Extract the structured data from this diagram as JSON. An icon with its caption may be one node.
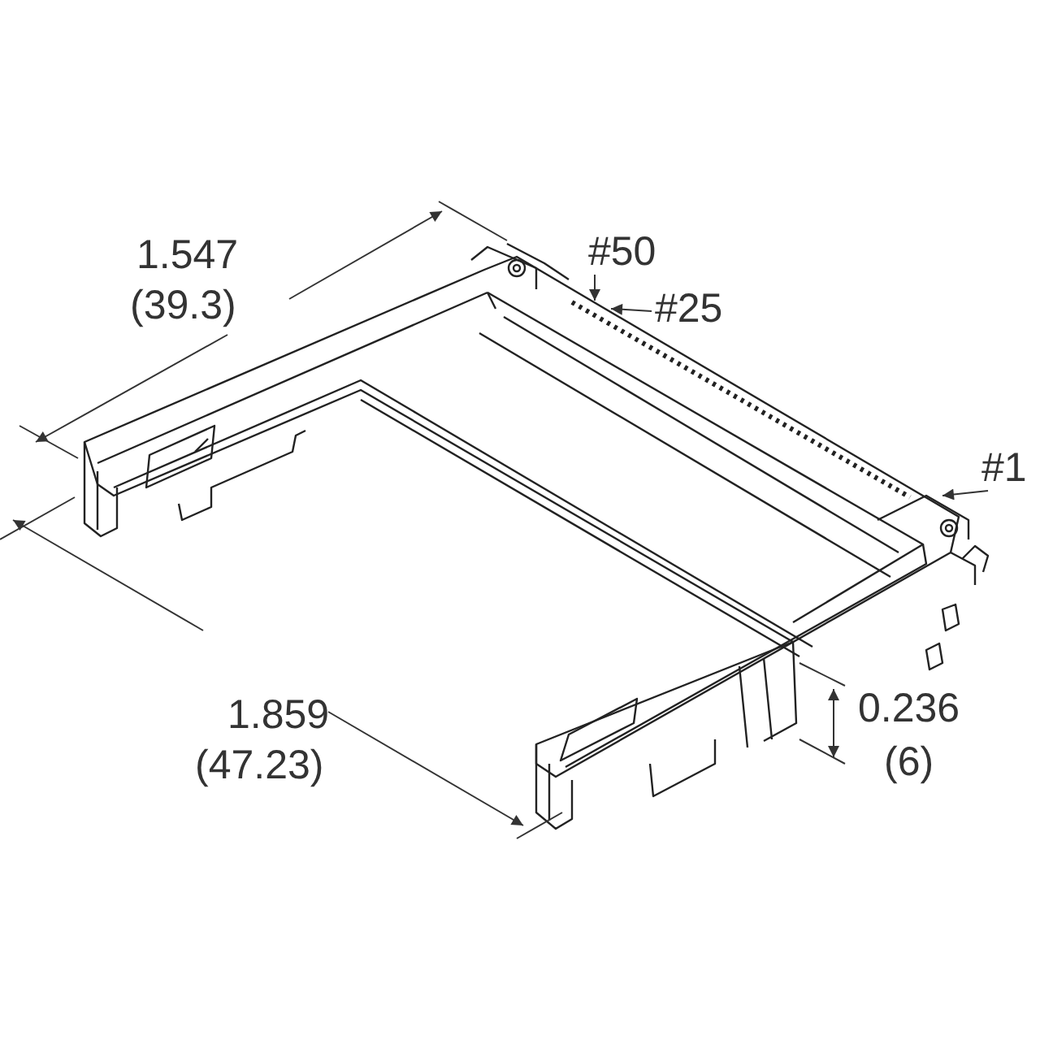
{
  "diagram": {
    "nodes": [
      {
        "text": [
          "#50"
        ]
      },
      {
        "text": [
          "#25"
        ]
      },
      {
        "text": [
          "#1"
        ]
      }
    ],
    "edges": [
      {
        "from": 0,
        "to": null,
        "arrow": "to"
      },
      {
        "from": 1,
        "to": null,
        "arrow": "to"
      },
      {
        "from": 2,
        "to": null,
        "arrow": "to"
      }
    ],
    "labels": [
      "1.547",
      "(39.3)",
      "1.859",
      "(47.23)",
      "0.236",
      "(6)"
    ]
  }
}
